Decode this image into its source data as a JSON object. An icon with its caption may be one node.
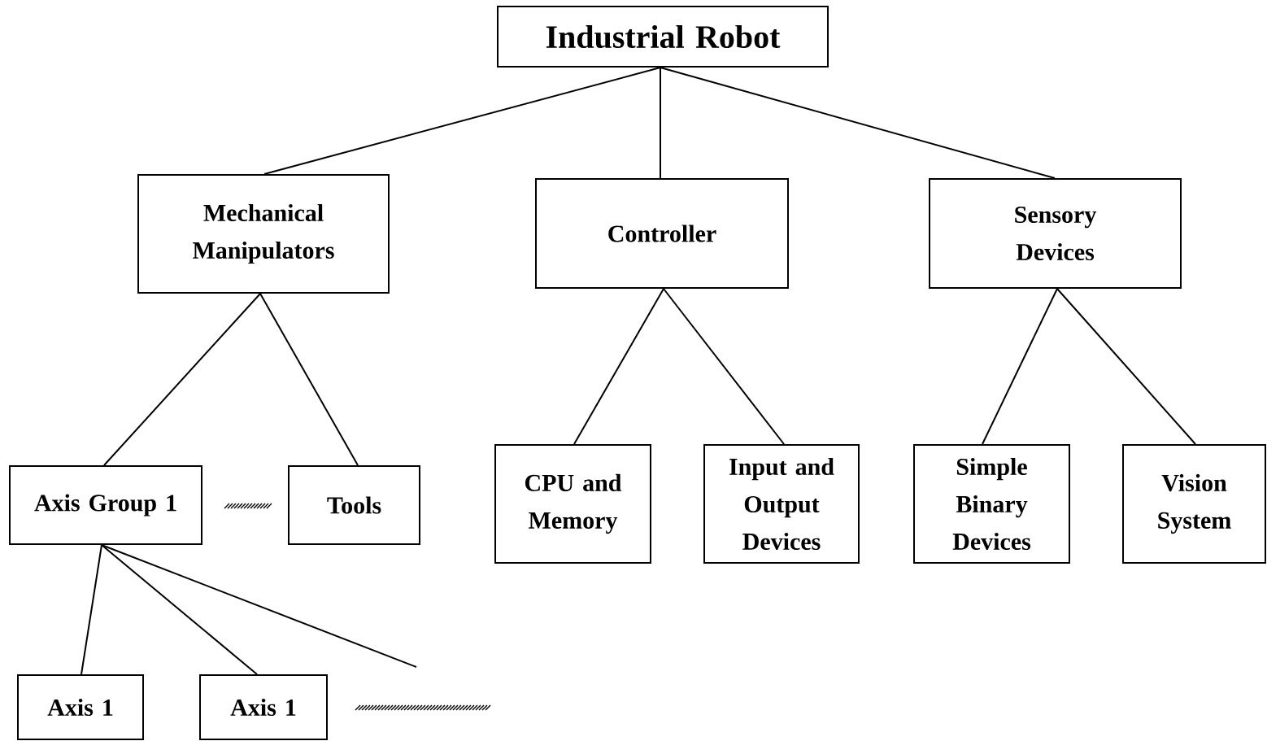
{
  "diagram": {
    "nodes": [
      {
        "text": [
          "Industrial Robot"
        ]
      },
      {
        "text": [
          "Mechanical Manipulators"
        ]
      },
      {
        "text": [
          "Controller"
        ]
      },
      {
        "text": [
          "Sensory Devices"
        ]
      },
      {
        "text": [
          "Axis Group 1"
        ]
      },
      {
        "text": [
          "Tools"
        ]
      },
      {
        "text": [
          "CPU and Memory"
        ]
      },
      {
        "text": [
          "Input and Output Devices"
        ]
      },
      {
        "text": [
          "Simple Binary Devices"
        ]
      },
      {
        "text": [
          "Vision System"
        ]
      },
      {
        "text": [
          "Axis 1"
        ]
      },
      {
        "text": [
          "Axis 1"
        ]
      }
    ],
    "edges": [
      {
        "from": 0,
        "to": 1,
        "arrow": "none"
      },
      {
        "from": 0,
        "to": 2,
        "arrow": "none"
      },
      {
        "from": 0,
        "to": 3,
        "arrow": "none"
      },
      {
        "from": 1,
        "to": 4,
        "arrow": "none"
      },
      {
        "from": 1,
        "to": 5,
        "arrow": "none"
      },
      {
        "from": 2,
        "to": 6,
        "arrow": "none"
      },
      {
        "from": 2,
        "to": 7,
        "arrow": "none"
      },
      {
        "from": 3,
        "to": 8,
        "arrow": "none"
      },
      {
        "from": 3,
        "to": 9,
        "arrow": "none"
      },
      {
        "from": 4,
        "to": 10,
        "arrow": "none"
      },
      {
        "from": 4,
        "to": 11,
        "arrow": "none"
      },
      {
        "from": 4,
        "to": null,
        "arrow": "none"
      }
    ]
  }
}
